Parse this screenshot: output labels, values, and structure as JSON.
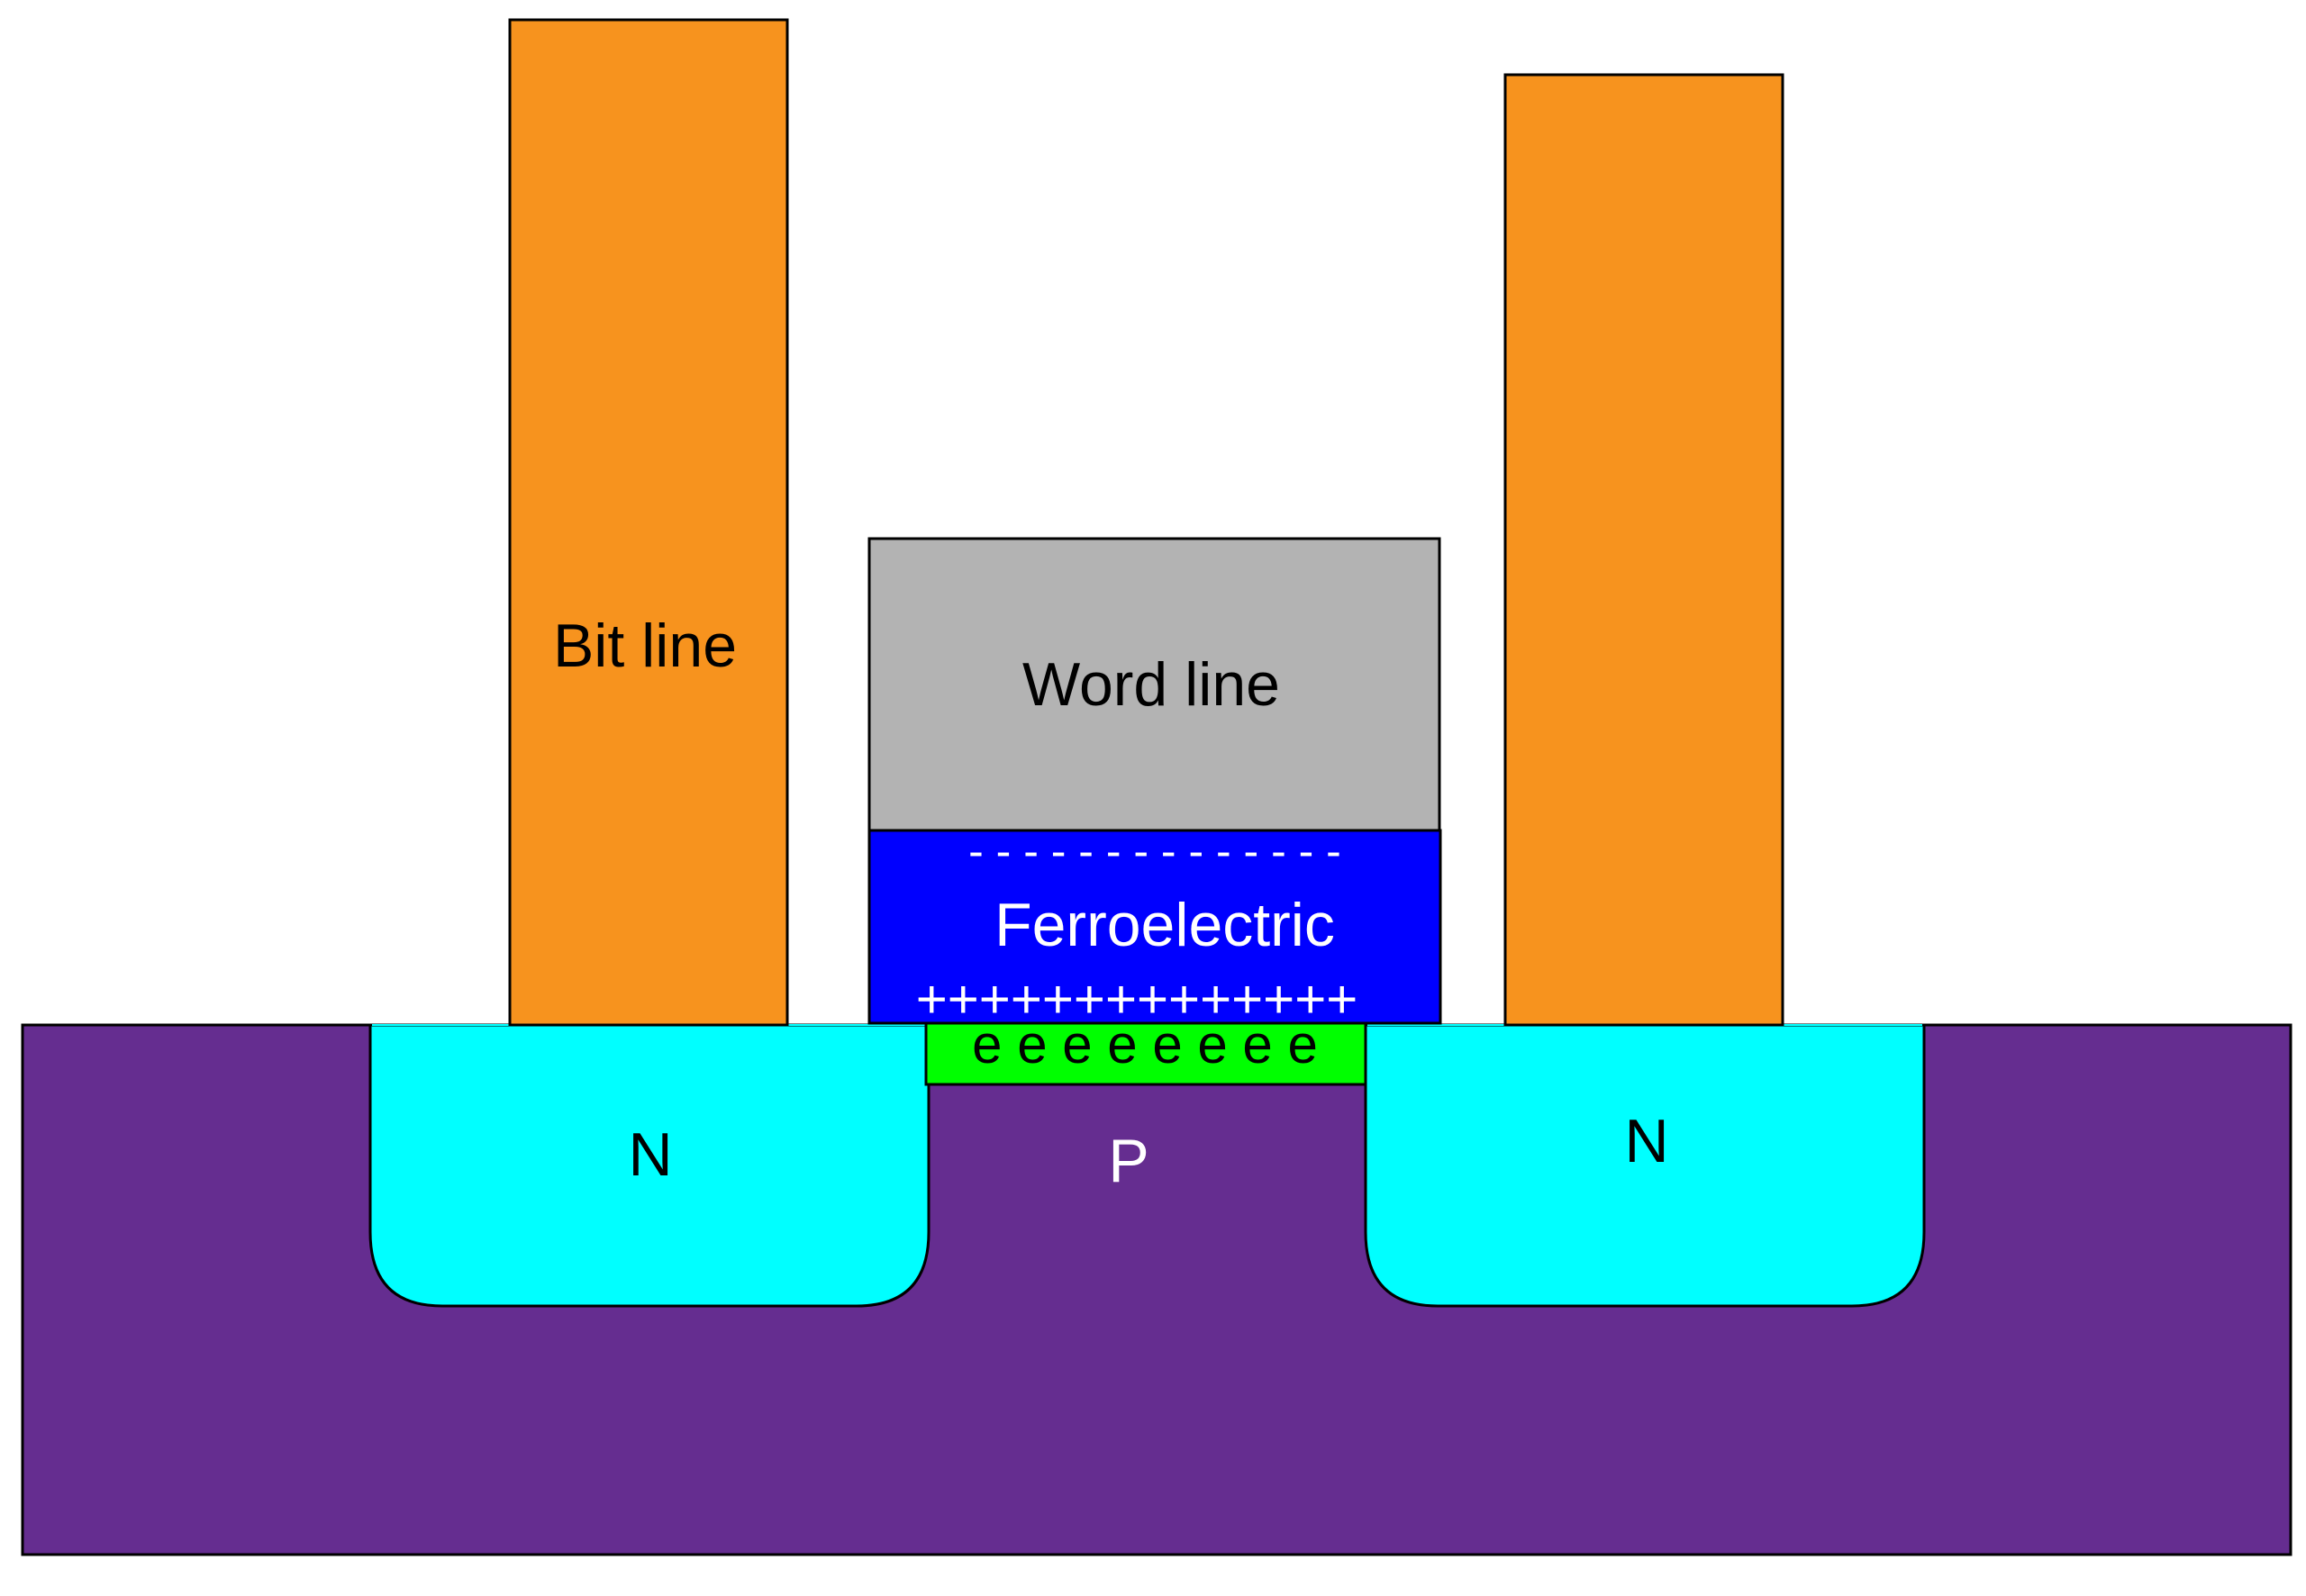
{
  "diagram": {
    "type": "ferroelectric-fet-cross-section",
    "colors": {
      "substrate": "#652d90",
      "n_region": "#00ffff",
      "contact": "#f7931e",
      "word_line": "#b3b3b3",
      "ferroelectric": "#0000ff",
      "channel": "#00ff00",
      "outline": "#000000",
      "label_dark": "#000000",
      "label_light": "#ffffff"
    },
    "labels": {
      "bit_line": "Bit line",
      "word_line": "Word line",
      "ferroelectric": "Ferroelectric",
      "negative_charges": "- - - - - - - - - - - - - -",
      "positive_charges": "++++++++++++++",
      "channel_electrons": "e e e e e e e e",
      "n_left": "N",
      "n_right": "N",
      "p_substrate": "P"
    }
  }
}
